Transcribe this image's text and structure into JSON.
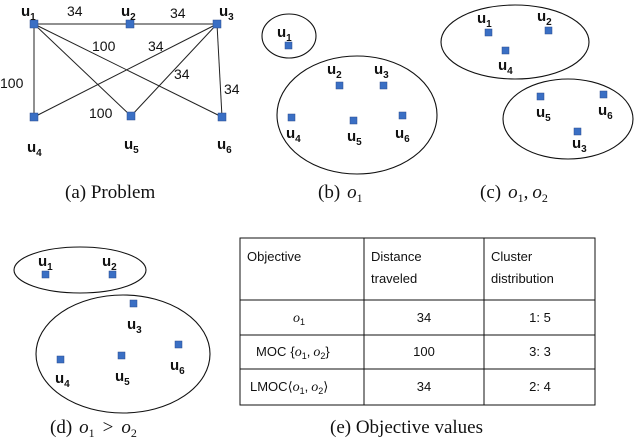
{
  "nodes": {
    "u1": [
      "u",
      "1"
    ],
    "u2": [
      "u",
      "2"
    ],
    "u3": [
      "u",
      "3"
    ],
    "u4": [
      "u",
      "4"
    ],
    "u5": [
      "u",
      "5"
    ],
    "u6": [
      "u",
      "6"
    ]
  },
  "edges": {
    "e12": "34",
    "e23": "34",
    "e15": "100",
    "e13": "34",
    "e14": "100",
    "e24": "34",
    "e36": "34",
    "e35": "100"
  },
  "captions": {
    "a": "(a)  Problem",
    "b": {
      "prefix": "(b)",
      "o": "o",
      "s1": "1"
    },
    "c": {
      "prefix": "(c)",
      "o": "o",
      "s1": "1",
      "sep": ",",
      "s2": "2"
    },
    "d": {
      "prefix": "(d)",
      "o": "o",
      "s1": "1",
      "gt": ">",
      "s2": "2"
    },
    "e": "(e)  Objective values"
  },
  "table": {
    "headers": [
      [
        "Objective"
      ],
      [
        "Distance",
        "traveled"
      ],
      [
        "Cluster",
        "distribution"
      ]
    ],
    "rows": [
      {
        "objective": {
          "o": "o",
          "s1": "1"
        },
        "distance": "34",
        "distribution": "1: 5"
      },
      {
        "objective": {
          "name": "MOC",
          "open": "{",
          "o": "o",
          "s1": "1",
          "sep": ",",
          "s2": "2",
          "close": "}"
        },
        "distance": "100",
        "distribution": "3: 3"
      },
      {
        "objective": {
          "name": "LMOC",
          "open": "⟨",
          "o": "o",
          "s1": "1",
          "sep": ",",
          "s2": "2",
          "close": "⟩"
        },
        "distance": "34",
        "distribution": "2: 4"
      }
    ]
  },
  "colors": {
    "node": "#3a6fc4",
    "line": "#111111"
  }
}
